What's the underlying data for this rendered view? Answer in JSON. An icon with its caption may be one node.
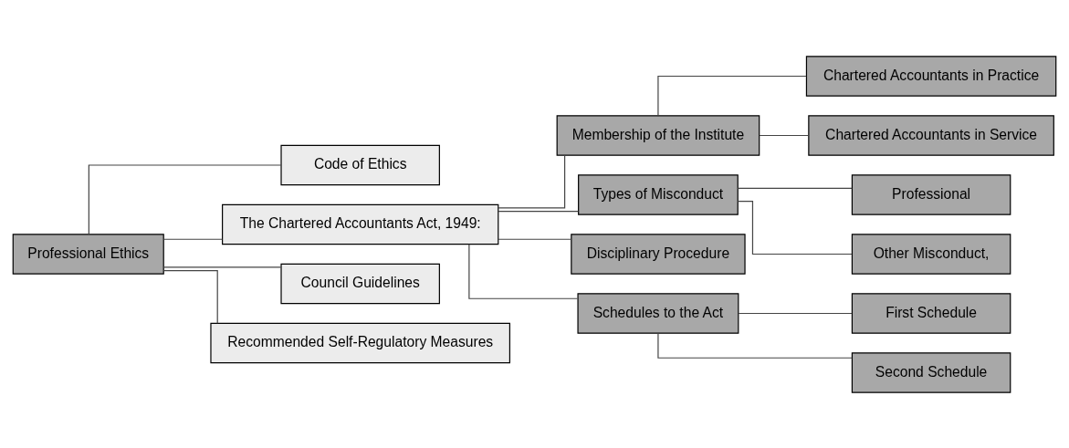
{
  "diagram": {
    "nodes": [
      {
        "text": [
          "Professional Ethics"
        ]
      },
      {
        "text": [
          "Code of Ethics"
        ]
      },
      {
        "text": [
          "The Chartered Accountants Act, 1949:"
        ]
      },
      {
        "text": [
          "Council Guidelines"
        ]
      },
      {
        "text": [
          "Recommended Self-Regulatory Measures"
        ]
      },
      {
        "text": [
          "Membership of the Institute"
        ]
      },
      {
        "text": [
          "Types of Misconduct"
        ]
      },
      {
        "text": [
          "Disciplinary Procedure"
        ]
      },
      {
        "text": [
          "Schedules to the Act"
        ]
      },
      {
        "text": [
          "Chartered Accountants in Practice"
        ]
      },
      {
        "text": [
          "Chartered Accountants in Service"
        ]
      },
      {
        "text": [
          "Professional"
        ]
      },
      {
        "text": [
          "Other Misconduct,"
        ]
      },
      {
        "text": [
          "First Schedule"
        ]
      },
      {
        "text": [
          "Second Schedule"
        ]
      }
    ],
    "edges": [
      {
        "from": 0,
        "to": 1,
        "arrow": "none"
      },
      {
        "from": 0,
        "to": 2,
        "arrow": "none"
      },
      {
        "from": 0,
        "to": 3,
        "arrow": "none"
      },
      {
        "from": 0,
        "to": 4,
        "arrow": "none"
      },
      {
        "from": 2,
        "to": 5,
        "arrow": "none"
      },
      {
        "from": 2,
        "to": 6,
        "arrow": "none"
      },
      {
        "from": 2,
        "to": 7,
        "arrow": "none"
      },
      {
        "from": 2,
        "to": 8,
        "arrow": "none"
      },
      {
        "from": 5,
        "to": 9,
        "arrow": "none"
      },
      {
        "from": 5,
        "to": 10,
        "arrow": "none"
      },
      {
        "from": 6,
        "to": 11,
        "arrow": "none"
      },
      {
        "from": 6,
        "to": 12,
        "arrow": "none"
      },
      {
        "from": 8,
        "to": 13,
        "arrow": "none"
      },
      {
        "from": 8,
        "to": 14,
        "arrow": "none"
      }
    ]
  }
}
